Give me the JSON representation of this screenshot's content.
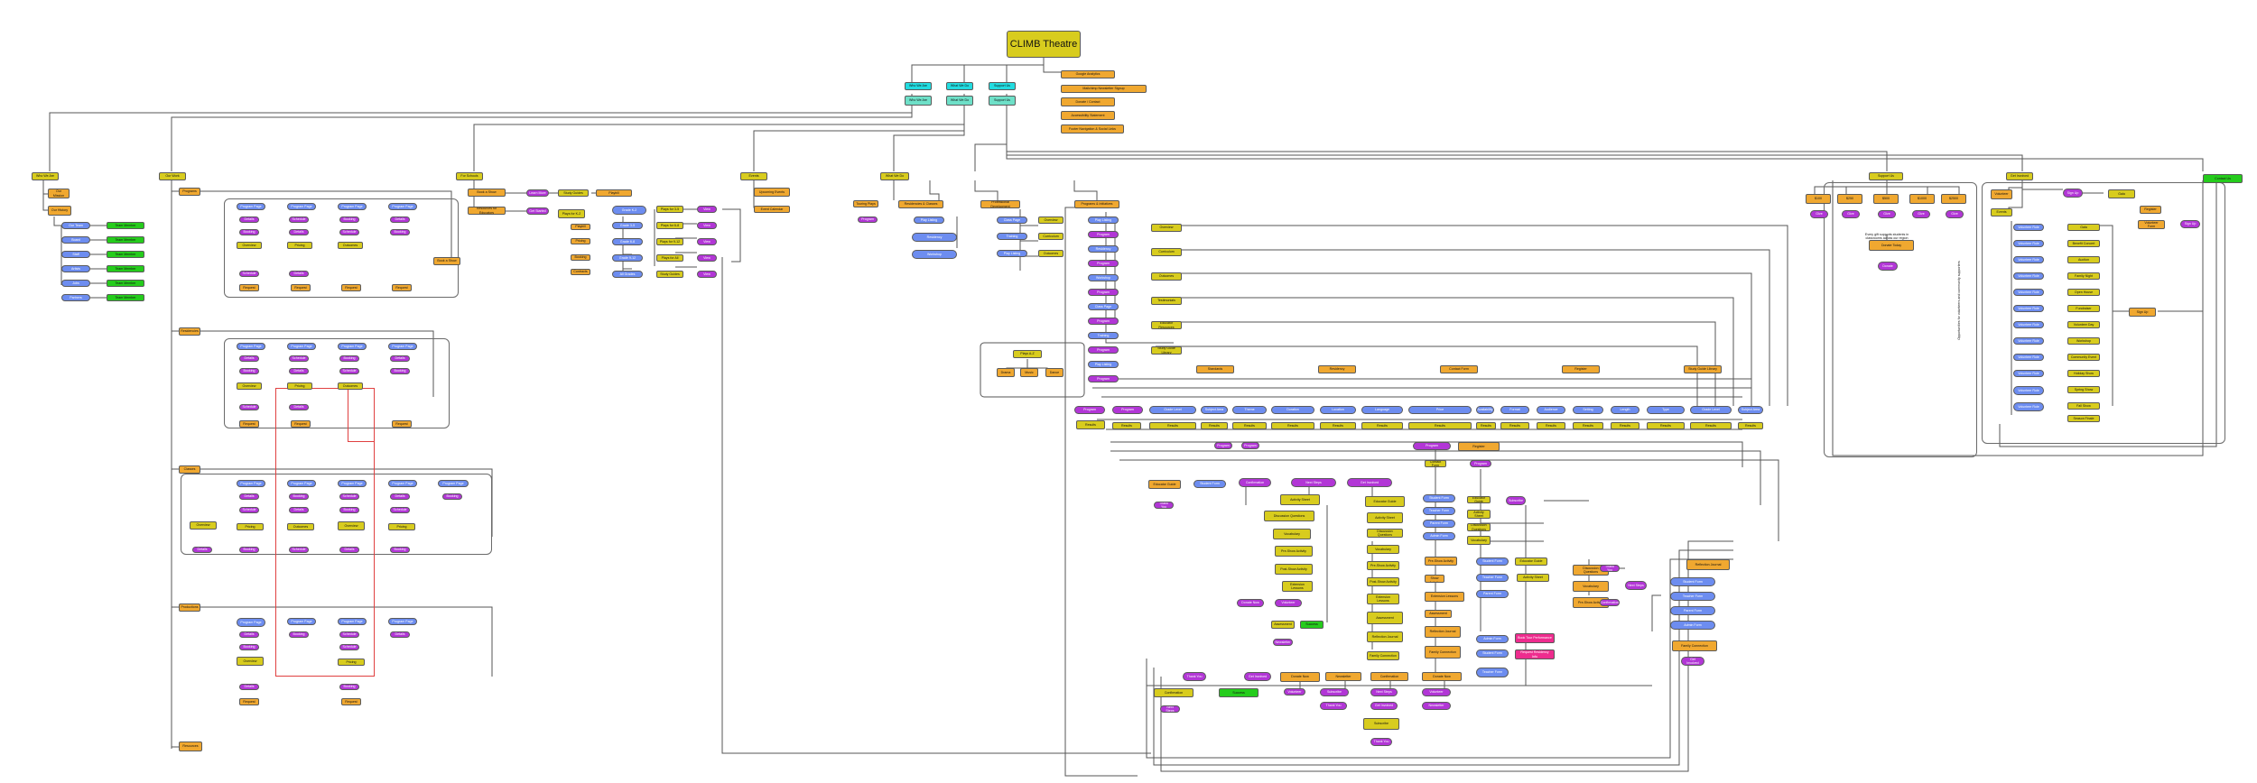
{
  "title": "CLIMB Theatre",
  "top": {
    "cyan": [
      {
        "label": "Who We Are",
        "sub": "Who We Are"
      },
      {
        "label": "What We Do",
        "sub": "What We Do"
      },
      {
        "label": "Support Us",
        "sub": "Support Us"
      }
    ],
    "notes": [
      "Google Analytics",
      "Mailchimp Newsletter Signup",
      "Donate / Contact",
      "Accessibility Statement",
      "Footer Navigation & Social Links"
    ]
  },
  "left_a": {
    "head": "Who We Are",
    "sub": [
      "Our Mission",
      "Our History"
    ],
    "blue": [
      "Our Team",
      "Board",
      "Staff",
      "Artists",
      "Jobs",
      "Partners"
    ],
    "green": [
      "Team Member",
      "Team Member",
      "Team Member",
      "Team Member",
      "Team Member",
      "Team Member"
    ]
  },
  "left_b": {
    "head": "Our Work",
    "sections": [
      "Programs",
      "Residencies",
      "Classes",
      "Productions",
      "Resources"
    ],
    "blue": [
      "Program Page",
      "Program Page",
      "Program Page",
      "Program Page"
    ],
    "purple": [
      "Details",
      "Booking",
      "Schedule"
    ],
    "yellow": [
      "Overview",
      "Pricing",
      "Outcomes"
    ],
    "orange": [
      "Request",
      "Request",
      "Request",
      "Request"
    ],
    "right": "Book a Show"
  },
  "mid_a": {
    "head": "For Schools",
    "boxes": [
      "Book a Show",
      "Resources for Educators"
    ],
    "pills": [
      "Learn More",
      "Get Started"
    ],
    "blue": [
      "Grade K-2",
      "Grade 3-5",
      "Grade 6-8",
      "Grade 9-12",
      "All Grades"
    ],
    "yellow": [
      "Plays for K-2",
      "Plays for 3-5",
      "Plays for 6-8",
      "Plays for 9-12",
      "Plays for All",
      "Study Guides"
    ],
    "orange": [
      "Playbill",
      "Pricing",
      "Booking",
      "Contracts"
    ],
    "purple": [
      "View",
      "View",
      "View",
      "View",
      "View"
    ]
  },
  "mid_b": {
    "head": "Events",
    "items": [
      "Upcoming Events",
      "Event Calendar"
    ]
  },
  "center": {
    "head": "What We Do",
    "cols": [
      "Touring Plays",
      "Residencies & Classes",
      "Professional Development",
      "Programs & Initiatives"
    ],
    "blue": [
      "Play Listing",
      "Residency",
      "Workshop",
      "Class Page",
      "Training"
    ],
    "purple": [
      "Program",
      "Program",
      "Program",
      "Program",
      "Program",
      "Program",
      "Program",
      "Program",
      "Program",
      "Program",
      "Program"
    ],
    "yellow": [
      "Overview",
      "Curriculum",
      "Outcomes",
      "Testimonials",
      "Educator Resources"
    ],
    "wide": [
      "Study Guide Library",
      "Standards",
      "Residency",
      "Contact Form",
      "Register"
    ],
    "row_blue": [
      "Grade Level",
      "Subject Area",
      "Theme",
      "Duration",
      "Location",
      "Language",
      "Price",
      "Availability",
      "Format",
      "Audience",
      "Setting",
      "Length",
      "Type"
    ],
    "row_yellow": [
      "Results",
      "Results",
      "Results",
      "Results",
      "Results",
      "Results",
      "Results",
      "Results",
      "Results",
      "Results",
      "Results",
      "Results",
      "Results"
    ],
    "plays": "Plays A-Z",
    "plays_items": [
      "Drama",
      "Music",
      "Dance"
    ]
  },
  "bottom": {
    "list": [
      "Educator Guide",
      "Activity Sheet",
      "Discussion Questions",
      "Vocabulary",
      "Pre-Show Activity",
      "Post-Show Activity",
      "Extension Lessons",
      "Assessment",
      "Reflection Journal",
      "Family Connection"
    ],
    "blue": [
      "Student Form",
      "Teacher Form",
      "Parent Form",
      "Admin Form"
    ],
    "pink": [
      "Book Tour Performance",
      "Request Residency Info"
    ],
    "foot": [
      "Thank You",
      "Confirmation",
      "Next Steps",
      "Get Involved",
      "Donate Now",
      "Volunteer",
      "Newsletter",
      "Subscribe"
    ],
    "green": "Success"
  },
  "right_a": {
    "head": "Support Us",
    "tiers": [
      "$100",
      "$250",
      "$500",
      "$1000",
      "$2500"
    ],
    "purple": [
      "Give",
      "Give",
      "Give",
      "Give",
      "Give"
    ],
    "note": "Every gift supports students in classrooms across our region",
    "box": "Donate Today",
    "circle": "Donate"
  },
  "right_b": {
    "head": "Get Involved",
    "sub": [
      "Volunteer",
      "Events"
    ],
    "pill": "Sign Up",
    "ylist": [
      "Gala",
      "Benefit Concert",
      "Auction",
      "Family Night",
      "Open House",
      "Fundraiser",
      "Volunteer Day",
      "Workshop",
      "Community Event",
      "Holiday Show",
      "Spring Show",
      "Fall Show",
      "Season Finale"
    ],
    "blist": [
      "Volunteer Role",
      "Volunteer Role",
      "Volunteer Role",
      "Volunteer Role",
      "Volunteer Role",
      "Volunteer Role",
      "Volunteer Role",
      "Volunteer Role",
      "Volunteer Role",
      "Volunteer Role",
      "Volunteer Role",
      "Volunteer Role",
      "Volunteer Role"
    ],
    "orange": [
      "Register",
      "Volunteer Form",
      "Sign Up"
    ],
    "green": "Contact Us",
    "rotated": "Opportunities for volunteers and community supporters"
  }
}
